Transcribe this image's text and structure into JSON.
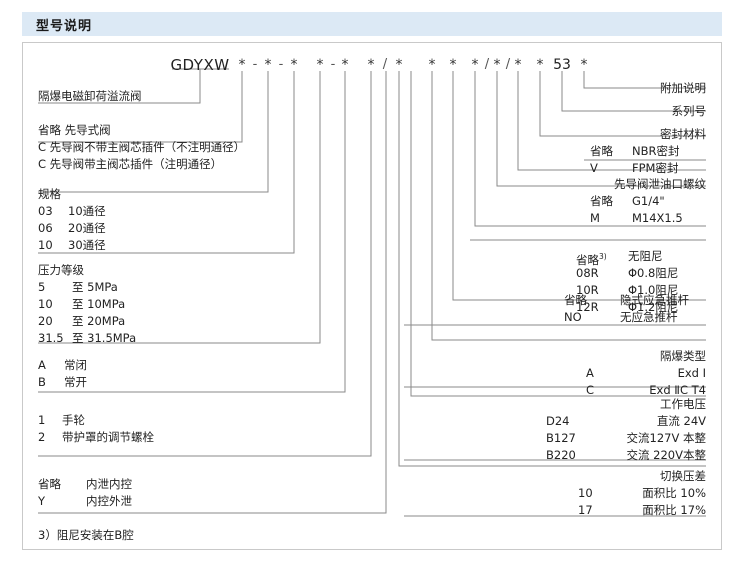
{
  "header": {
    "title": "型号说明"
  },
  "model_code": {
    "name": "GDYXW",
    "tokens": [
      "*",
      "-",
      "*",
      "-",
      "*",
      "*",
      "-",
      "*",
      "*",
      "/",
      "*",
      "*",
      "*",
      "*",
      "/",
      "*",
      "/",
      "*",
      "*",
      "53",
      "*"
    ]
  },
  "left_labels": [
    {
      "id": "product-name",
      "lines": [
        "隔爆电磁卸荷溢流阀"
      ]
    },
    {
      "id": "pilot-type",
      "lines": [
        "省略  先导式阀",
        "C  先导阀不带主阀芯插件（不注明通径）",
        "C  先导阀带主阀芯插件（注明通径）"
      ]
    },
    {
      "id": "size-spec",
      "title": "规格",
      "rows": [
        {
          "code": "03",
          "text": "10通径"
        },
        {
          "code": "06",
          "text": "20通径"
        },
        {
          "code": "10",
          "text": "30通径"
        }
      ]
    },
    {
      "id": "pressure-rating",
      "title": "压力等级",
      "rows": [
        {
          "code": "5",
          "text": "至  5MPa"
        },
        {
          "code": "10",
          "text": "至 10MPa"
        },
        {
          "code": "20",
          "text": "至 20MPa"
        },
        {
          "code": "31.5",
          "text": "至 31.5MPa"
        }
      ]
    },
    {
      "id": "normal-state",
      "rows": [
        {
          "code": "A",
          "text": "常闭"
        },
        {
          "code": "B",
          "text": "常开"
        }
      ]
    },
    {
      "id": "adjust-type",
      "rows": [
        {
          "code": "1",
          "text": "手轮"
        },
        {
          "code": "2",
          "text": "带护罩的调节螺栓"
        }
      ]
    },
    {
      "id": "drain-control",
      "rows": [
        {
          "code": "省略",
          "text": "内泄内控"
        },
        {
          "code": "Y",
          "text": "内控外泄"
        }
      ]
    }
  ],
  "right_labels": [
    {
      "id": "additional-note",
      "title": "附加说明",
      "rows": []
    },
    {
      "id": "series-number",
      "title": "系列号",
      "rows": []
    },
    {
      "id": "seal-material",
      "title": "密封材料",
      "rows": [
        {
          "code": "省略",
          "text": "NBR密封"
        },
        {
          "code": "V",
          "text": "FPM密封"
        }
      ]
    },
    {
      "id": "pilot-drain-thread",
      "title": "先导阀泄油口螺纹",
      "rows": [
        {
          "code": "省略",
          "text": "G1/4\""
        },
        {
          "code": "M",
          "text": "M14X1.5"
        }
      ]
    },
    {
      "id": "damping",
      "title": "",
      "rows": [
        {
          "code": "省略",
          "sup": "3)",
          "text": "无阻尼"
        },
        {
          "code": "08R",
          "text": "Φ0.8阻尼"
        },
        {
          "code": "10R",
          "text": "Φ1.0阻尼"
        },
        {
          "code": "12R",
          "text": "Φ1.2阻尼"
        }
      ]
    },
    {
      "id": "emergency-rod",
      "title": "",
      "rows": [
        {
          "code": "省略",
          "text": "隐式应急推杆"
        },
        {
          "code": "NO",
          "text": "无应急推杆"
        }
      ]
    },
    {
      "id": "explosion-proof-type",
      "title": "隔爆类型",
      "rows": [
        {
          "code": "A",
          "text": "Exd Ⅰ"
        },
        {
          "code": "C",
          "text": "Exd ⅡC T4"
        }
      ]
    },
    {
      "id": "working-voltage",
      "title": "工作电压",
      "rows": [
        {
          "code": "D24",
          "text": "直流 24V"
        },
        {
          "code": "B127",
          "text": "交流127V 本整"
        },
        {
          "code": "B220",
          "text": "交流 220V本整"
        }
      ]
    },
    {
      "id": "switch-pressure-diff",
      "title": "切换压差",
      "rows": [
        {
          "code": "10",
          "text": "面积比  10%"
        },
        {
          "code": "17",
          "text": "面积比  17%"
        }
      ]
    }
  ],
  "footnote": {
    "text": "3）阻尼安装在B腔"
  },
  "colors": {
    "header_band": "#dce9f5",
    "frame_border": "#c9c9c9",
    "leader_line": "#8a8a8a",
    "text": "#222222"
  }
}
